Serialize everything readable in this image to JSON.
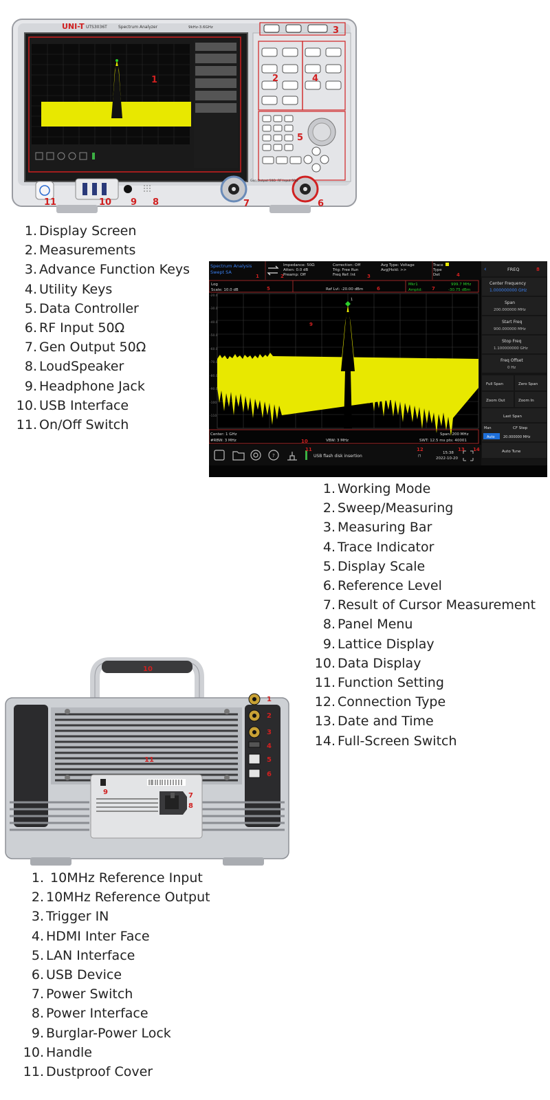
{
  "front_panel": {
    "brand": "UNI-T",
    "model": "UTS3036T",
    "product": "Spectrum Analyzer",
    "freq_range": "9kHz-3.6GHz",
    "gen_output_label": "Gen Output 50Ω",
    "rf_input_label": "RF Input 50Ω",
    "callouts": [
      "1",
      "2",
      "3",
      "4",
      "5",
      "6",
      "7",
      "8",
      "9",
      "10",
      "11"
    ]
  },
  "front_legend": [
    {
      "num": "1.",
      "label": "Display Screen"
    },
    {
      "num": "2.",
      "label": "Measurements"
    },
    {
      "num": "3.",
      "label": "Advance Function Keys"
    },
    {
      "num": "4.",
      "label": "Utility Keys"
    },
    {
      "num": "5.",
      "label": "Data Controller"
    },
    {
      "num": "6.",
      "label": "RF Input 50Ω"
    },
    {
      "num": "7.",
      "label": "Gen Output 50Ω"
    },
    {
      "num": "8.",
      "label": "LoudSpeaker"
    },
    {
      "num": "9.",
      "label": "Headphone Jack"
    },
    {
      "num": "10.",
      "label": "USB Interface"
    },
    {
      "num": "11.",
      "label": "On/Off Switch"
    }
  ],
  "screen": {
    "mode_title": "Spectrum Analysis",
    "mode_sub": "Swept SA",
    "input_info": [
      "Impedance: 50Ω",
      "Atten: 0.0 dB",
      "Preamp: Off"
    ],
    "coupling_info": [
      "Correction: Off",
      "Trig: Free Run",
      "Freq Ref: Int"
    ],
    "avg_info": [
      "Avg Type: Voltage",
      "Avg|Hold: >>"
    ],
    "trace_info": [
      "Trace",
      "Type",
      "Det"
    ],
    "scale_type": "Log",
    "scale": "Scale: 10.0 dB",
    "ref_level": "Ref Lvl: -20.00 dBm",
    "marker_name": "Mkr1",
    "marker_mode": "Amptd:",
    "marker_freq": "999.7 MHz",
    "marker_amp": "-30.75 dBm",
    "center": "Center: 1 GHz",
    "rbw": "#RBW: 3 MHz",
    "vbw": "VBW: 3 MHz",
    "span": "Span: 200 MHz",
    "swt": "SWT: 12.5 ms   pts: 40001",
    "usb_status": "USB flash disk insertion",
    "time": "15:38",
    "date": "2022-10-20",
    "menu_title": "FREQ",
    "menu": [
      {
        "label": "Center Frequency",
        "value": "1.000000000 GHz"
      },
      {
        "label": "Span",
        "value": "200.000000 MHz"
      },
      {
        "label": "Start Freq",
        "value": "900.000000 MHz"
      },
      {
        "label": "Stop Freq",
        "value": "1.100000000 GHz"
      },
      {
        "label": "Freq Offset",
        "value": "0 Hz"
      }
    ],
    "menu_pairs": [
      [
        "Full Span",
        "Zero Span"
      ],
      [
        "Zoom Out",
        "Zoom In"
      ]
    ],
    "last_span": "Last Span",
    "cf_step_man": "Man",
    "cf_step_auto": "Auto",
    "cf_step_label": "CF Step",
    "cf_step_value": "20.000000 MHz",
    "auto_tune": "Auto Tune",
    "callouts": [
      "1",
      "2",
      "3",
      "4",
      "5",
      "6",
      "7",
      "8",
      "9",
      "10",
      "11",
      "12",
      "13",
      "14"
    ]
  },
  "screen_legend": [
    {
      "num": "1.",
      "label": "Working Mode"
    },
    {
      "num": "2.",
      "label": "Sweep/Measuring"
    },
    {
      "num": "3.",
      "label": "Measuring Bar"
    },
    {
      "num": "4.",
      "label": "Trace Indicator"
    },
    {
      "num": "5.",
      "label": "Display Scale"
    },
    {
      "num": "6.",
      "label": "Reference Level"
    },
    {
      "num": "7.",
      "label": "Result of Cursor Measurement"
    },
    {
      "num": "8.",
      "label": "Panel Menu"
    },
    {
      "num": "9.",
      "label": "Lattice Display"
    },
    {
      "num": "10.",
      "label": "Data Display"
    },
    {
      "num": "11.",
      "label": "Function Setting"
    },
    {
      "num": "12.",
      "label": "Connection Type"
    },
    {
      "num": "13.",
      "label": "Date and Time"
    },
    {
      "num": "14.",
      "label": "Full-Screen Switch"
    }
  ],
  "rear_panel": {
    "callouts": [
      "1",
      "2",
      "3",
      "4",
      "5",
      "6",
      "7",
      "8",
      "9",
      "10",
      "11"
    ]
  },
  "rear_legend": [
    {
      "num": "1.",
      "label": " 10MHz Reference Input"
    },
    {
      "num": "2.",
      "label": "10MHz Reference Output"
    },
    {
      "num": "3.",
      "label": "Trigger IN"
    },
    {
      "num": "4.",
      "label": "HDMI Inter Face"
    },
    {
      "num": "5.",
      "label": "LAN Interface"
    },
    {
      "num": "6.",
      "label": "USB Device"
    },
    {
      "num": "7.",
      "label": "Power Switch"
    },
    {
      "num": "8.",
      "label": "Power Interface"
    },
    {
      "num": "9.",
      "label": "Burglar-Power Lock"
    },
    {
      "num": "10.",
      "label": "Handle"
    },
    {
      "num": "11.",
      "label": "Dustproof Cover"
    }
  ]
}
